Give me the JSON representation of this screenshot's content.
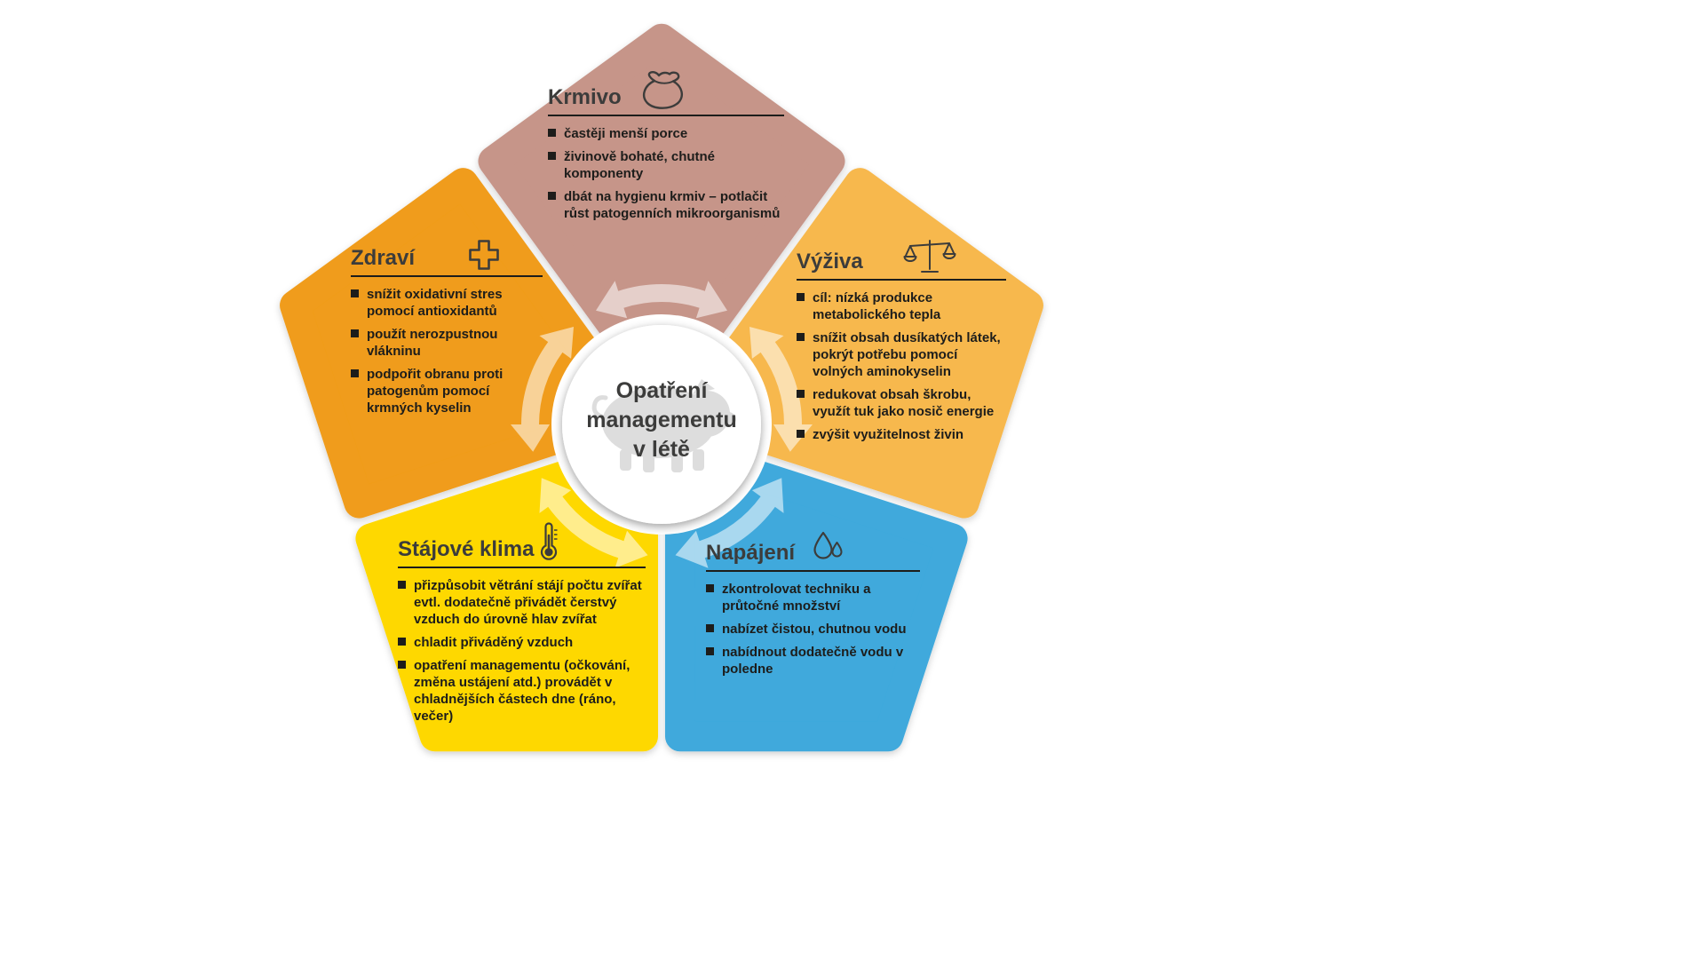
{
  "center": {
    "line1": "Opatření",
    "line2": "managementu",
    "line3": "v létě"
  },
  "sections": {
    "krmivo": {
      "title": "Krmivo",
      "icon": "feed-sack-icon",
      "color": "#c69589",
      "bullets": [
        "častěji menší porce",
        "živinově bohaté, chutné komponenty",
        "dbát na hygienu krmiv – potlačit růst patogenních mikroorganismů"
      ]
    },
    "vyziva": {
      "title": "Výživa",
      "icon": "balance-scale-icon",
      "color": "#f7b84e",
      "bullets": [
        "cíl: nízká produkce metabolického tepla",
        "snížit obsah dusíkatých látek, pokrýt potřebu pomocí volných aminokyselin",
        "redukovat obsah škrobu, využít tuk jako nosič energie",
        "zvýšit využitelnost živin"
      ]
    },
    "napajeni": {
      "title": "Napájení",
      "icon": "water-drops-icon",
      "color": "#3fa9dc",
      "bullets": [
        "zkontrolovat techniku a průtočné množství",
        "nabízet čistou, chutnou vodu",
        "nabídnout dodatečně vodu v poledne"
      ]
    },
    "stajove_klima": {
      "title": "Stájové klima",
      "icon": "thermometer-icon",
      "color": "#fed800",
      "bullets": [
        "přizpůsobit větrání stájí počtu zvířat evtl. dodatečně přivádět čerstvý vzduch do úrovně hlav zvířat",
        "chladit přiváděný vzduch",
        "opatření managementu (očkování, změna ustájení atd.) provádět v chladnějších částech dne (ráno, večer)"
      ]
    },
    "zdravi": {
      "title": "Zdraví",
      "icon": "medical-cross-icon",
      "color": "#f09c1a",
      "bullets": [
        "snížit oxidativní stres pomocí antioxidantů",
        "použít nerozpustnou vlákninu",
        "podpořit obranu proti patogenům pomocí krmných kyselin"
      ]
    }
  }
}
